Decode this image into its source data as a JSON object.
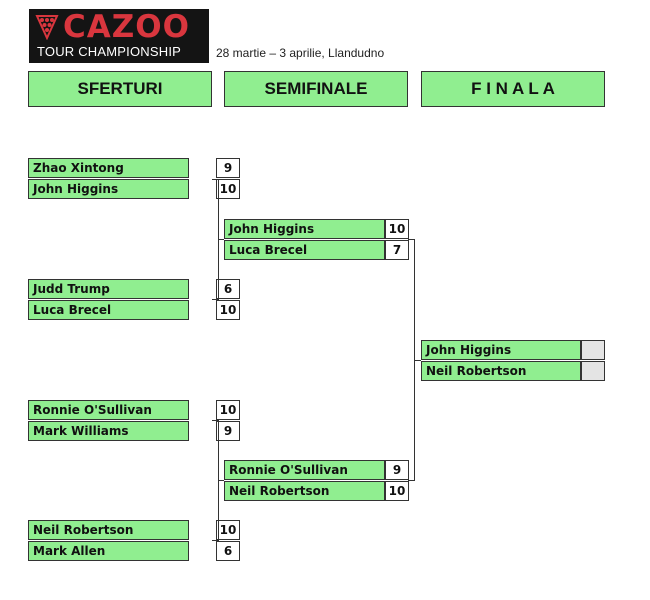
{
  "logo": {
    "word": "CAZOO",
    "sub": "TOUR CHAMPIONSHIP"
  },
  "date": "28 martie – 3 aprilie, Llandudno",
  "headers": {
    "qf": "SFERTURI",
    "sf": "SEMIFINALE",
    "final": "F I N A L A"
  },
  "quarterfinals": [
    {
      "p1": "Zhao Xintong",
      "s1": "9",
      "p2": "John Higgins",
      "s2": "10"
    },
    {
      "p1": "Judd Trump",
      "s1": "6",
      "p2": "Luca Brecel",
      "s2": "10"
    },
    {
      "p1": "Ronnie O'Sullivan",
      "s1": "10",
      "p2": "Mark Williams",
      "s2": "9"
    },
    {
      "p1": "Neil Robertson",
      "s1": "10",
      "p2": "Mark Allen",
      "s2": "6"
    }
  ],
  "semifinals": [
    {
      "p1": "John Higgins",
      "s1": "10",
      "p2": "Luca Brecel",
      "s2": "7"
    },
    {
      "p1": "Ronnie O'Sullivan",
      "s1": "9",
      "p2": "Neil Robertson",
      "s2": "10"
    }
  ],
  "final": {
    "p1": "John Higgins",
    "s1": "",
    "p2": "Neil Robertson",
    "s2": ""
  }
}
